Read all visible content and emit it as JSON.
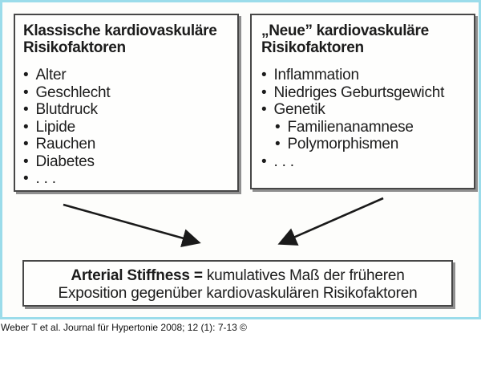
{
  "diagram": {
    "left_box": {
      "title": "Klassische kardiovaskuläre\nRisikofaktoren",
      "items": [
        "Alter",
        "Geschlecht",
        "Blutdruck",
        "Lipide",
        "Rauchen",
        "Diabetes",
        ". . ."
      ]
    },
    "right_box": {
      "title": "„Neue” kardiovaskuläre\nRisikofaktoren",
      "items": [
        "Inflammation",
        "Niedriges Geburtsgewicht",
        "Genetik"
      ],
      "sub_items": [
        "Familienanamnese",
        "Polymorphismen"
      ],
      "more_item": ". . ."
    },
    "result_box": {
      "bold_lead": "Arterial Stiffness =",
      "line1_rest": " kumulatives Maß der früheren",
      "line2": "Exposition gegenüber kardiovaskulären Risikofaktoren"
    },
    "citation": "Weber T et al. Journal für Hypertonie 2008; 12 (1): 7-13 ©"
  },
  "icons": {
    "bullet": "•"
  },
  "colors": {
    "frame_border": "#9bdcea",
    "box_border": "#474747",
    "box_shadow": "#8f8f8f",
    "text": "#1c1c1c",
    "background": "#fdfdfb"
  }
}
